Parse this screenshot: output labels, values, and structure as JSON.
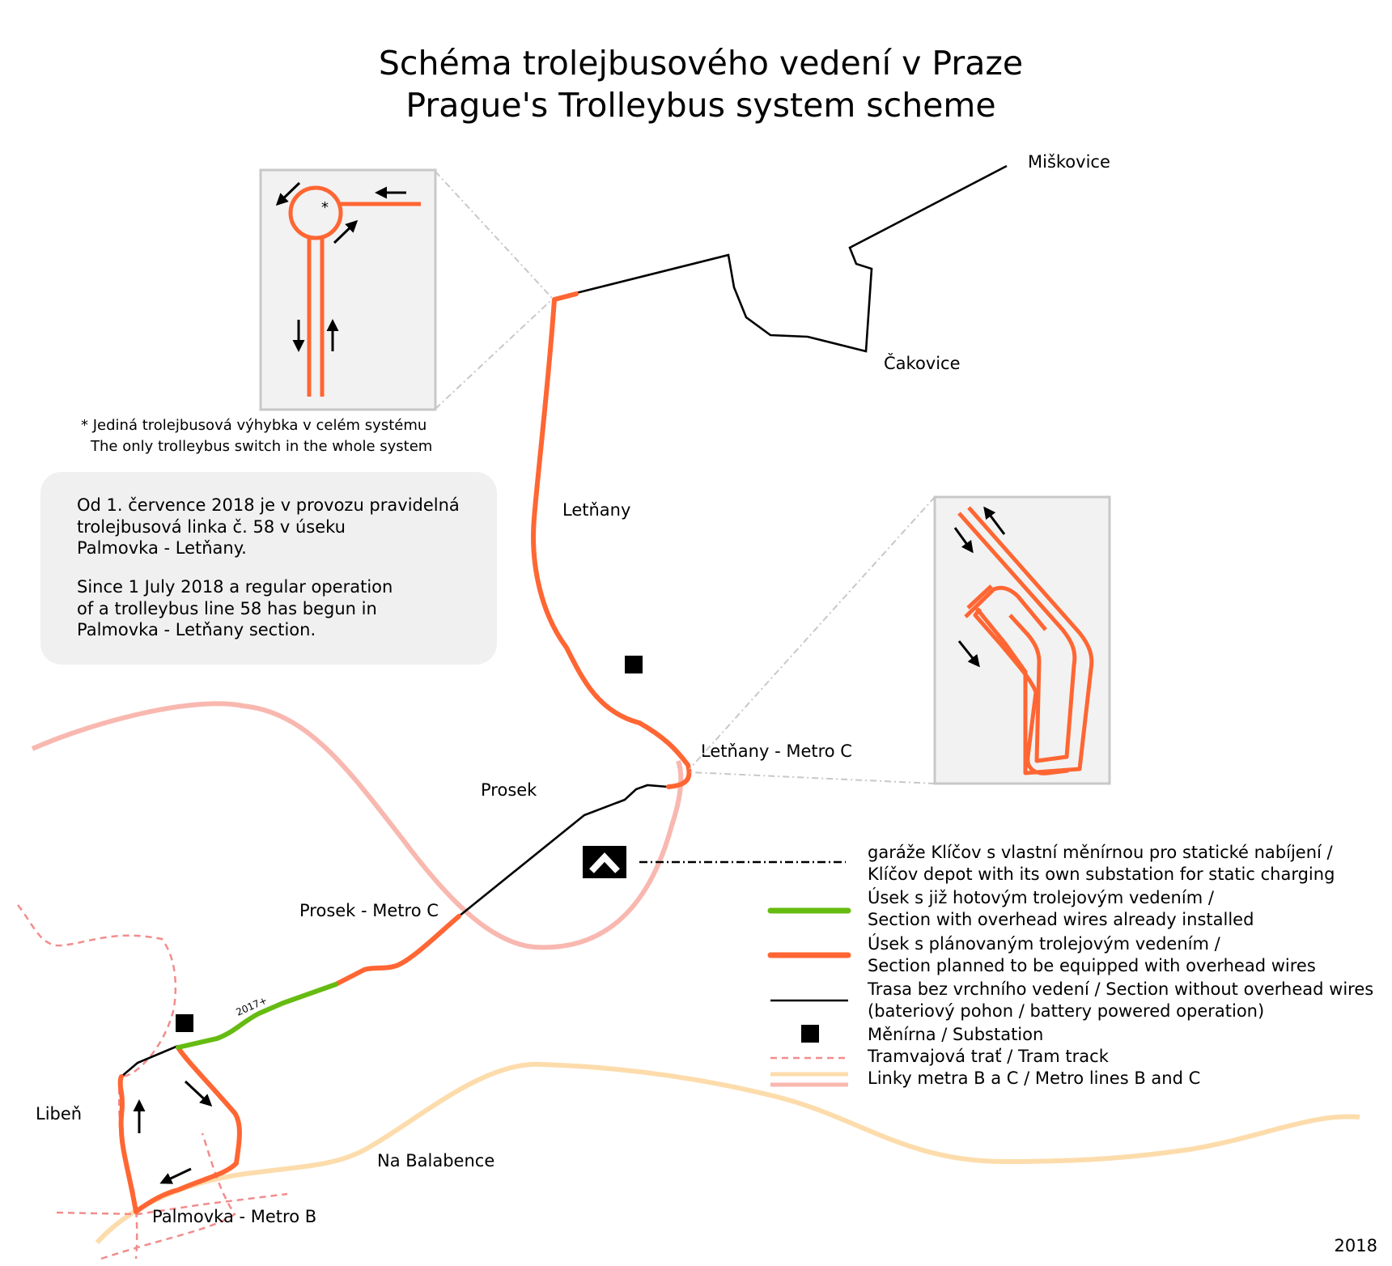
{
  "title": {
    "line1": "Schéma trolejbusového vedení v Praze",
    "line2": "Prague's Trolleybus system scheme"
  },
  "places": {
    "miskovice": "Miškovice",
    "cakovice": "Čakovice",
    "letnany": "Letňany",
    "letnany_metro": "Letňany - Metro C",
    "prosek": "Prosek",
    "prosek_metro": "Prosek - Metro C",
    "liben": "Libeň",
    "na_balabence": "Na Balabence",
    "palmovka_metro": "Palmovka - Metro B"
  },
  "inset_note": {
    "asterisk": "*",
    "line1": "* Jediná trolejbusová výhybka v celém systému",
    "line2": "The only trolleybus switch in the whole system"
  },
  "info_box": {
    "cz": [
      "Od 1. července 2018 je v provozu pravidelná",
      "trolejbusová linka č. 58 v úseku",
      "Palmovka - Letňany."
    ],
    "en": [
      "Since 1 July 2018 a regular operation",
      "of a trolleybus line 58 has begun in",
      "Palmovka - Letňany section."
    ]
  },
  "route_tag": "2017+",
  "legend": {
    "depot": [
      "garáže Klíčov s vlastní měnírnou pro statické nabíjení /",
      "Klíčov depot with its own substation for static charging"
    ],
    "installed": [
      "Úsek s již hotovým trolejovým vedením /",
      "Section with overhead wires already installed"
    ],
    "planned": [
      "Úsek s plánovaným trolejovým vedením /",
      "Section planned to be equipped with overhead wires"
    ],
    "battery": [
      "Trasa bez vrchního vedení / Section without overhead wires",
      "(bateriový pohon / battery powered operation)"
    ],
    "substation": "Měnírna / Substation",
    "tram": "Tramvajová trať / Tram track",
    "metro": "Linky metra B a C / Metro lines B and C"
  },
  "year": "2018",
  "colors": {
    "planned": "#ff6633",
    "installed": "#66bb11",
    "battery": "#000000",
    "tram": "#f28c8c",
    "metro_b": "#fddcac",
    "metro_c": "#f8b8b0",
    "inset_bg": "#f2f2f2",
    "inset_border": "#c8c8c8",
    "info_bg": "#f0f0f0"
  },
  "icons": [
    "substation-icon",
    "depot-icon",
    "arrow-icon"
  ]
}
